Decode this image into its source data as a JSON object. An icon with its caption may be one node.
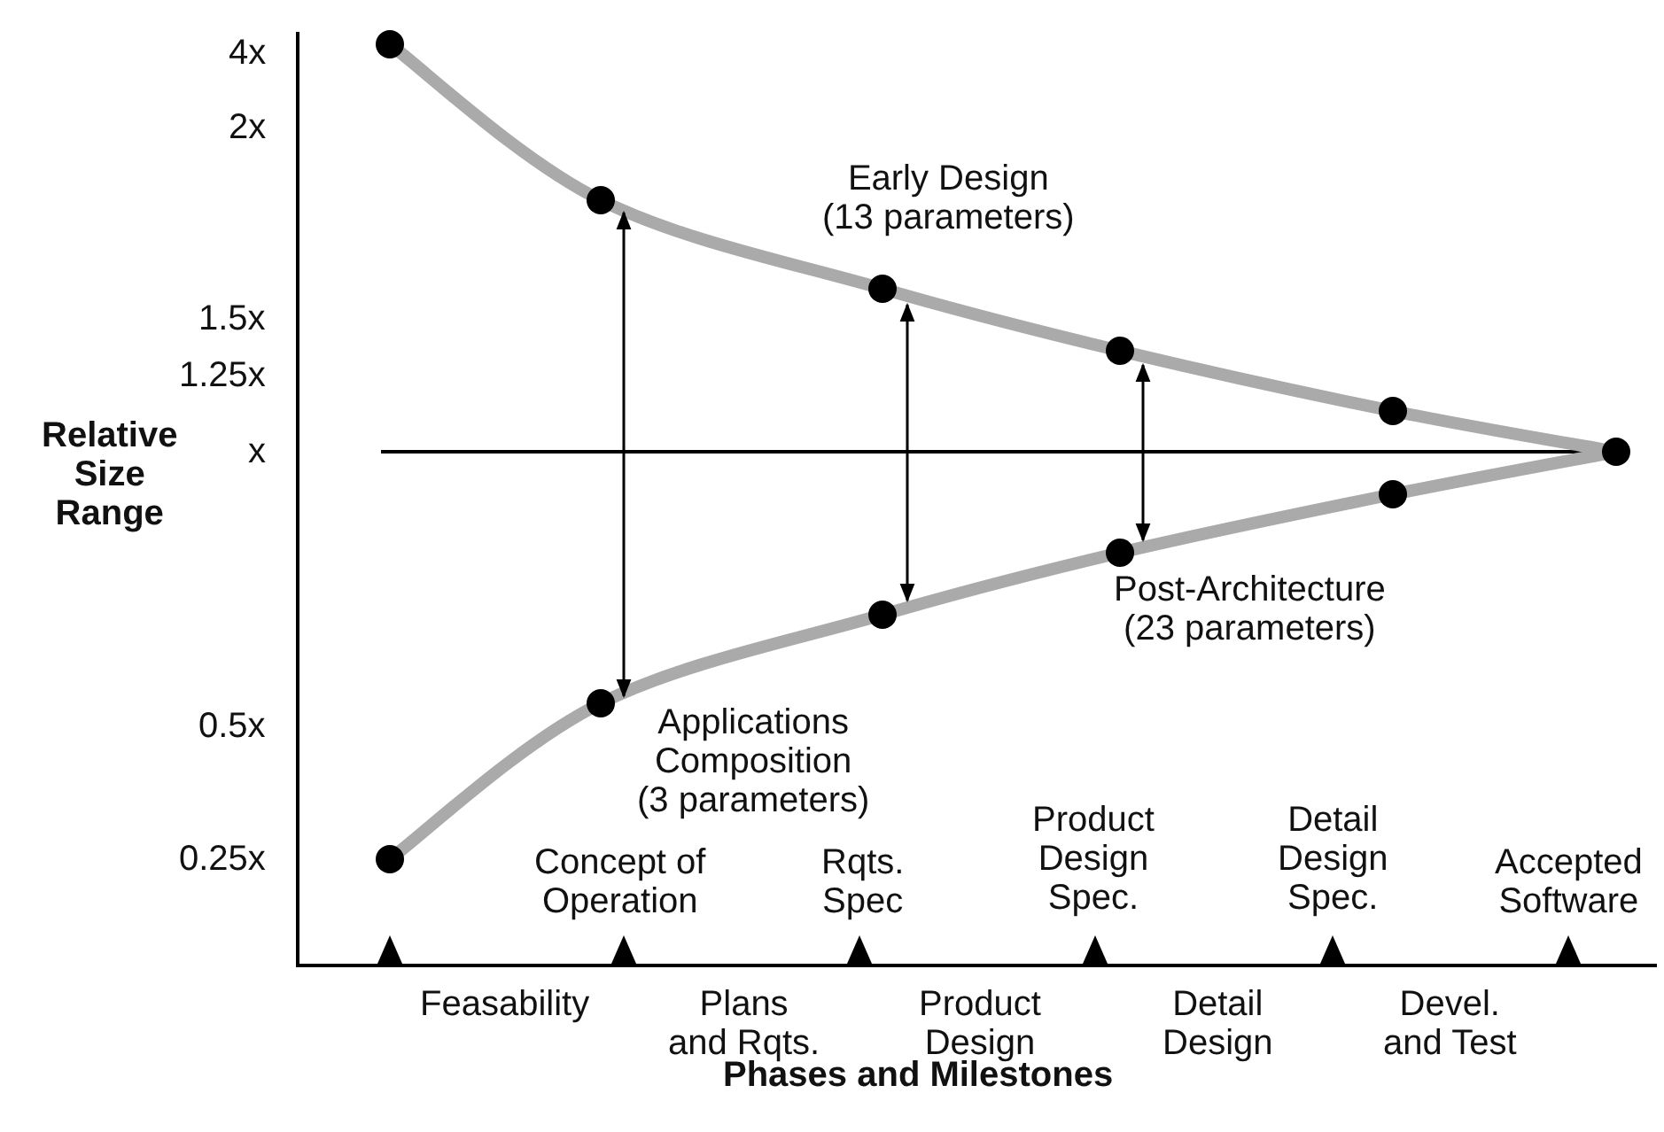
{
  "diagram": {
    "labels": [
      "4x",
      "2x",
      "Early Design (13 parameters)",
      "1.5x",
      "1.25x",
      "Relative Size Range",
      "x",
      "Post-Architecture (23 parameters)",
      "0.5x",
      "Applications Composition (3 parameters)",
      "0.25x",
      "Product Design Spec.",
      "Detail Design Spec.",
      "Concept of Operation",
      "Rqts. Spec",
      "Accepted Software",
      "Feasability",
      "Plans and Rqts.",
      "Product Design",
      "Detail Design",
      "Devel. and Test",
      "Phases and Milestones"
    ]
  }
}
